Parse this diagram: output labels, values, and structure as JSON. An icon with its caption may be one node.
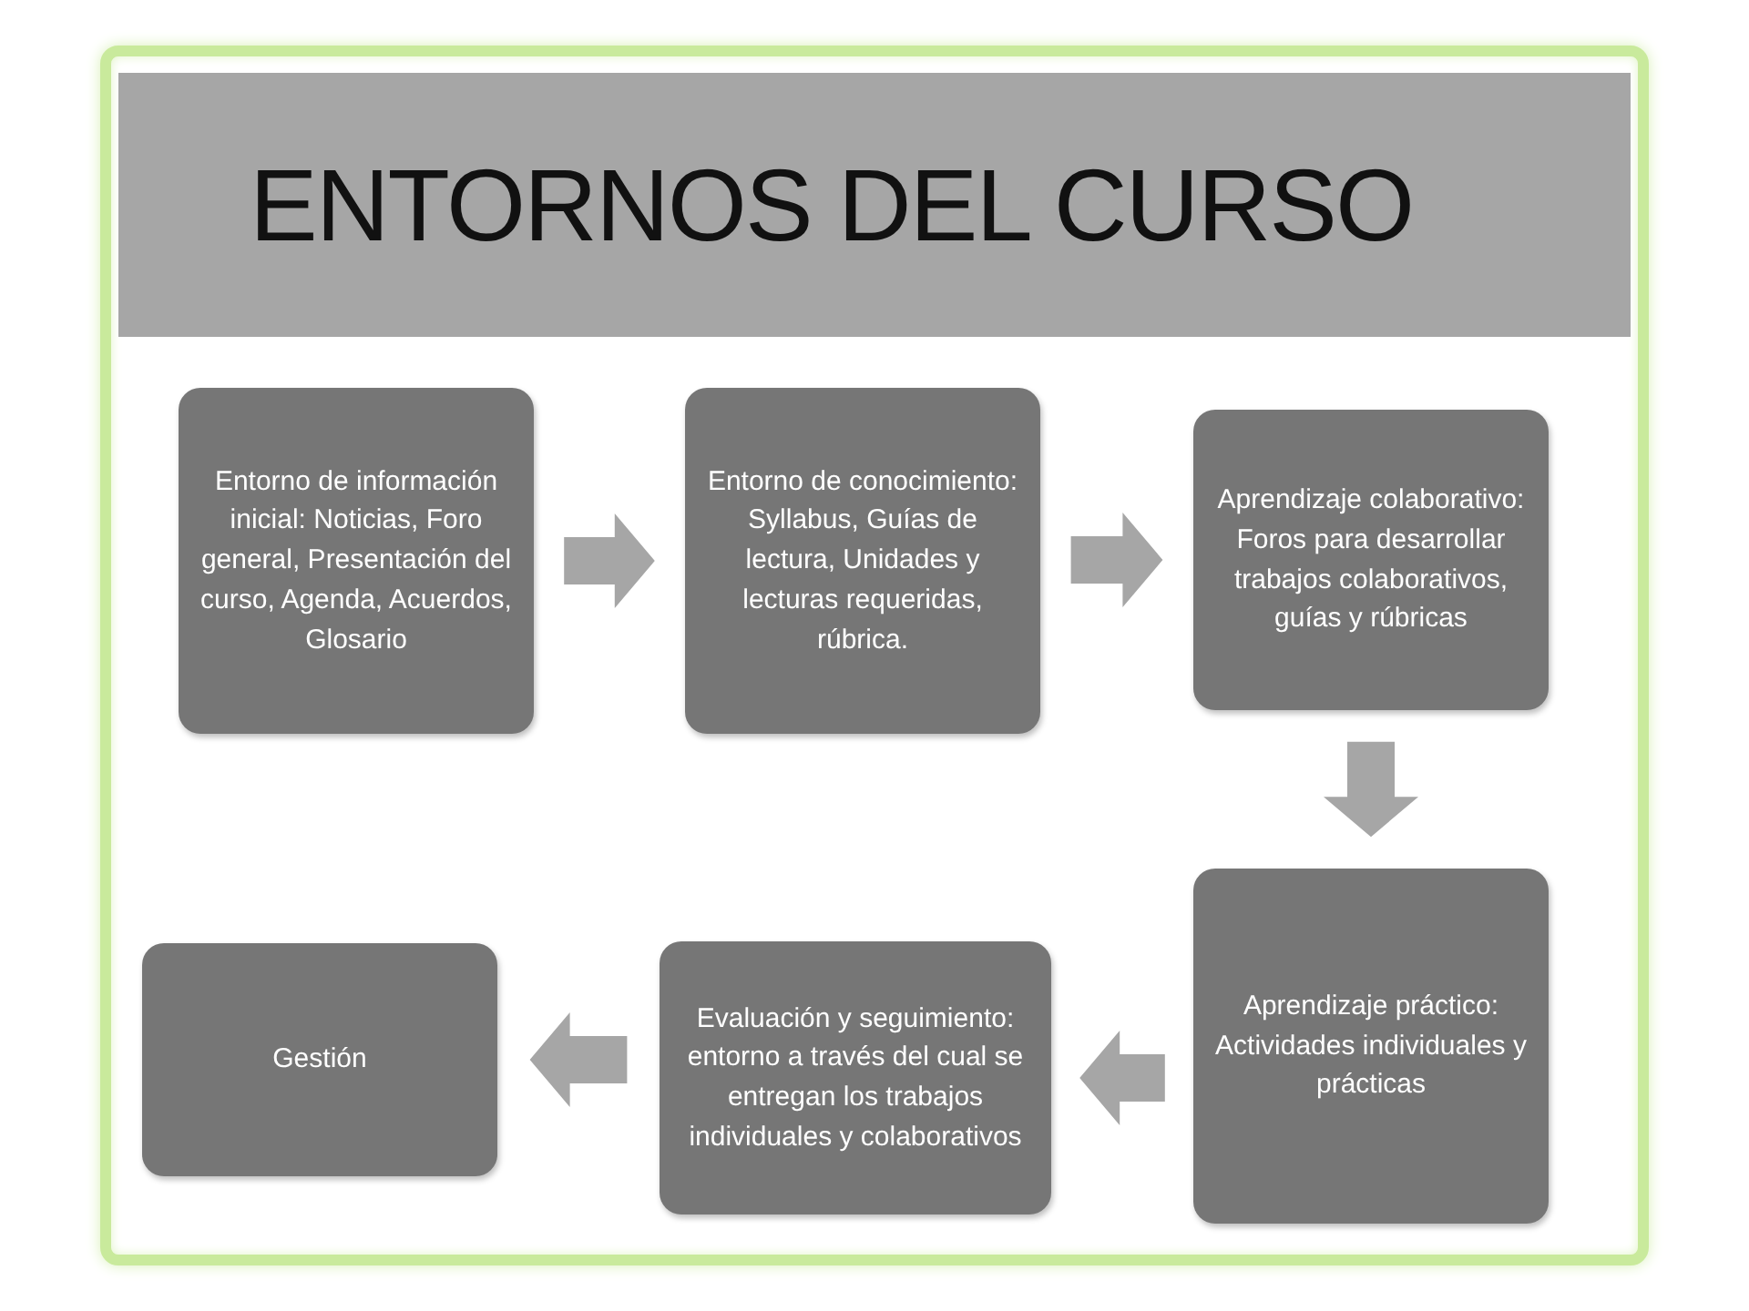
{
  "diagram": {
    "title": "ENTORNOS DEL CURSO",
    "nodes": [
      {
        "text": [
          "Entorno de información inicial:  Noticias, Foro general, Presentación del curso, Agenda, Acuerdos, Glosario"
        ]
      },
      {
        "text": [
          "Entorno de conocimiento: Syllabus, Guías de lectura, Unidades y lecturas requeridas, rúbrica."
        ]
      },
      {
        "text": [
          "Aprendizaje colaborativo: Foros para desarrollar trabajos colaborativos, guías y rúbricas"
        ]
      },
      {
        "text": [
          "Aprendizaje práctico: Actividades individuales y prácticas"
        ]
      },
      {
        "text": [
          "Evaluación y seguimiento: entorno a través del cual se entregan los trabajos individuales y colaborativos"
        ]
      },
      {
        "text": [
          "Gestión"
        ]
      }
    ],
    "edges": [
      {
        "from": 0,
        "to": 1,
        "arrow": "to"
      },
      {
        "from": 1,
        "to": 2,
        "arrow": "to"
      },
      {
        "from": 2,
        "to": 3,
        "arrow": "to"
      },
      {
        "from": 3,
        "to": 4,
        "arrow": "to"
      },
      {
        "from": 4,
        "to": 5,
        "arrow": "to"
      }
    ]
  }
}
